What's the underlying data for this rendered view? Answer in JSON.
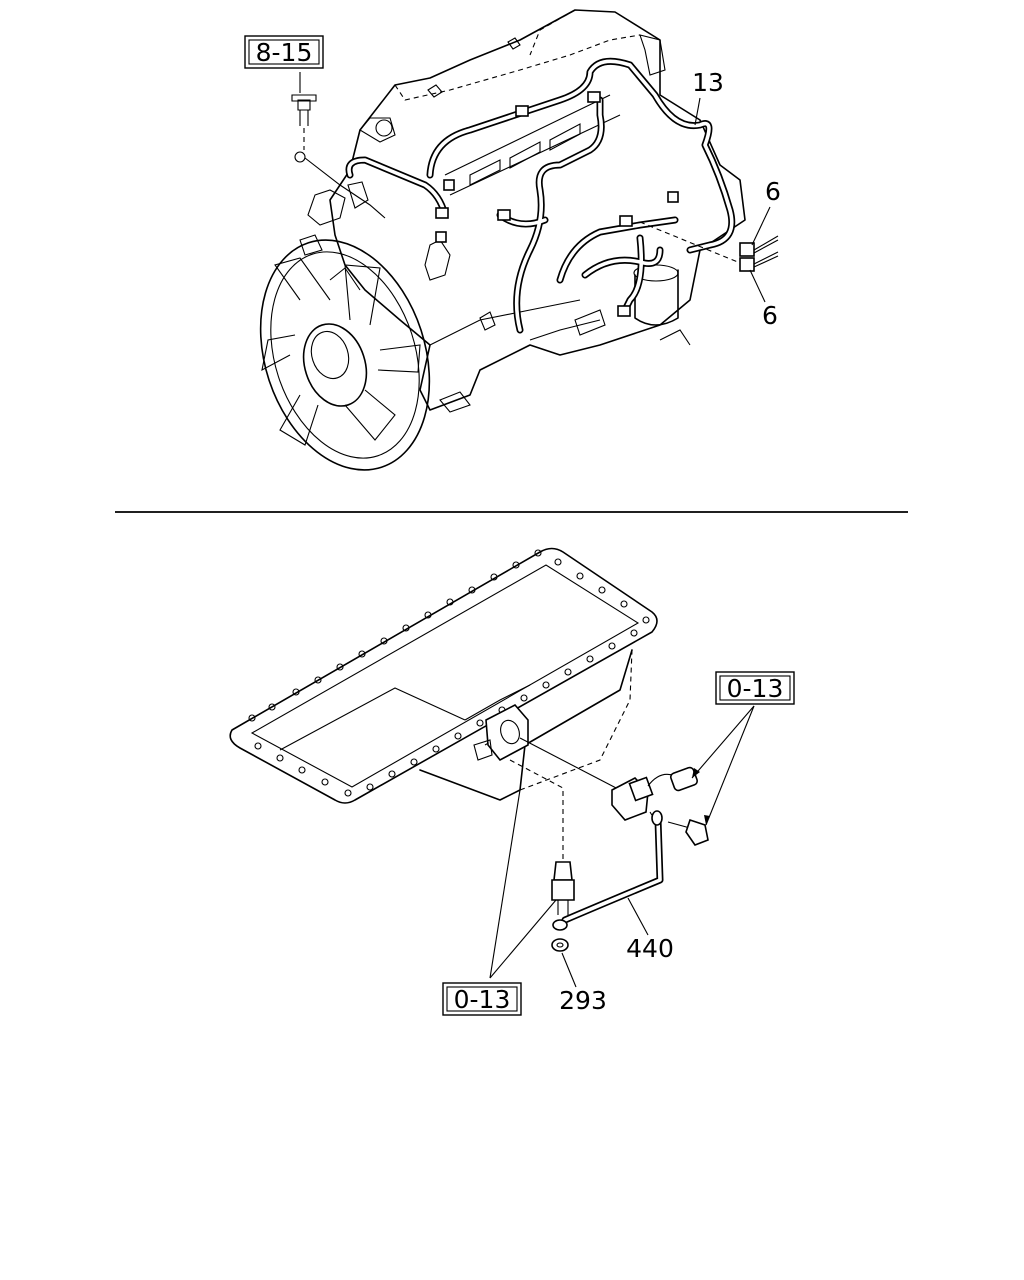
{
  "engine_view": {
    "refs": {
      "ref_8_15": "8-15"
    },
    "callouts": {
      "harness": "13",
      "connector_top": "6",
      "connector_bottom": "6"
    }
  },
  "oil_pan_view": {
    "refs": {
      "ref_sensor": "0-13",
      "ref_plug": "0-13"
    },
    "callouts": {
      "cable": "440",
      "washer": "293"
    }
  }
}
